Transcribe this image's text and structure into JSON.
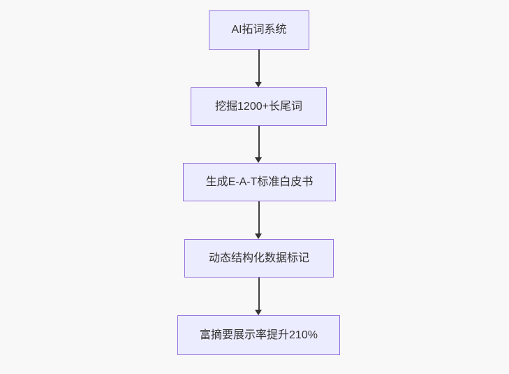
{
  "diagram": {
    "type": "flowchart",
    "direction": "top-down",
    "nodes": [
      {
        "label": "AI拓词系统"
      },
      {
        "label": "挖掘1200+长尾词"
      },
      {
        "label": "生成E-A-T标准白皮书"
      },
      {
        "label": "动态结构化数据标记"
      },
      {
        "label": "富摘要展示率提升210%"
      }
    ],
    "edges": [
      {
        "from": "AI拓词系统",
        "to": "挖掘1200+长尾词",
        "style": "arrow-down"
      },
      {
        "from": "挖掘1200+长尾词",
        "to": "生成E-A-T标准白皮书",
        "style": "arrow-down"
      },
      {
        "from": "生成E-A-T标准白皮书",
        "to": "动态结构化数据标记",
        "style": "arrow-down"
      },
      {
        "from": "动态结构化数据标记",
        "to": "富摘要展示率提升210%",
        "style": "arrow-down"
      }
    ],
    "colors": {
      "background": "#F8F8F8",
      "node_fill": "#ECECFF",
      "node_border": "#9370DB",
      "node_text": "#333333",
      "edge_line": "#404040",
      "arrowhead": "#333333"
    }
  }
}
